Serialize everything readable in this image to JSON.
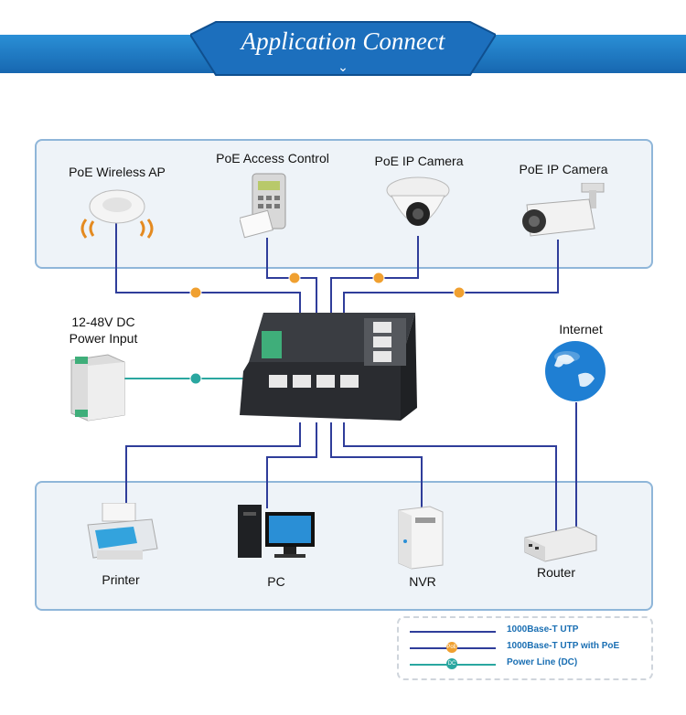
{
  "header": {
    "title": "Application Connect"
  },
  "top_devices": [
    {
      "label": "PoE Wireless AP"
    },
    {
      "label": "PoE Access Control"
    },
    {
      "label": "PoE IP Camera"
    },
    {
      "label": "PoE IP Camera"
    }
  ],
  "power": {
    "line1": "12-48V DC",
    "line2": "Power Input"
  },
  "internet": {
    "label": "Internet"
  },
  "bottom_devices": [
    {
      "label": "Printer"
    },
    {
      "label": "PC"
    },
    {
      "label": "NVR"
    },
    {
      "label": "Router"
    }
  ],
  "legend": {
    "items": [
      {
        "label": "1000Base-T UTP",
        "color": "#2f3d9a"
      },
      {
        "label": "1000Base-T UTP with PoE",
        "color": "#2f3d9a",
        "marker": "PoE",
        "marker_color": "#f0a030"
      },
      {
        "label": "Power Line (DC)",
        "color": "#2aa7a0",
        "marker": "DC",
        "marker_color": "#2aa7a0"
      }
    ]
  },
  "colors": {
    "utp": "#2f3d9a",
    "poe_marker": "#f0a030",
    "dc_line": "#2aa7a0",
    "banner": "#1e78c4"
  }
}
